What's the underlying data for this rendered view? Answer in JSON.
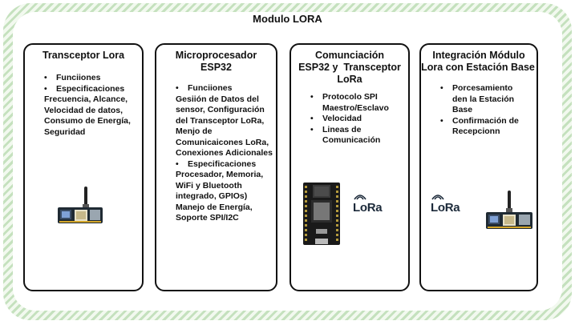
{
  "title": "Modulo LORA",
  "cards": [
    {
      "title_lines": [
        "Transceptor Lora"
      ],
      "items": [
        {
          "label": "Funciiones"
        },
        {
          "label": "Especificaciones",
          "text": "Frecuencia, Alcance, Velocidad de datos, Consumo de Energía, Seguridad"
        }
      ],
      "image": "lora-board-image"
    },
    {
      "title_lines": [
        "Microprocesador",
        "ESP32"
      ],
      "items": [
        {
          "label": "Funciiones",
          "text": "Gesiión de Datos del sensor, Configuración del Transceptor LoRa, Menjo de Comunicaicones LoRa, Conexiones Adicionales"
        },
        {
          "label": "Especificaciones",
          "text": "Procesador, Memoria, WiFi y Bluetooth integrado, GPIOs) Manejo de Energía, Soporte SPI/I2C"
        }
      ]
    },
    {
      "title_lines": [
        "Comunciación",
        "ESP32 y  Transceptor",
        "LoRa"
      ],
      "items": [
        {
          "label": "Protocolo SPI",
          "text": "Maestro/Esclavo"
        },
        {
          "label": "Velocidad"
        },
        {
          "label": "Lineas de",
          "text": "Comunicación"
        }
      ],
      "image": "esp32-board-image",
      "logo": "LoRa"
    },
    {
      "title_lines": [
        "Integración Módulo",
        "Lora con Estación Base"
      ],
      "items": [
        {
          "label": "Porcesamiento",
          "text": "den la Estación Base"
        },
        {
          "label": "Confirmación de",
          "text": "Recepcionn"
        }
      ],
      "logo": "LoRa",
      "image": "lora-board-image"
    }
  ],
  "colors": {
    "frame_stripe": "#c5e1be",
    "frame_bg": "#f2f9ef",
    "card_border": "#111111"
  }
}
